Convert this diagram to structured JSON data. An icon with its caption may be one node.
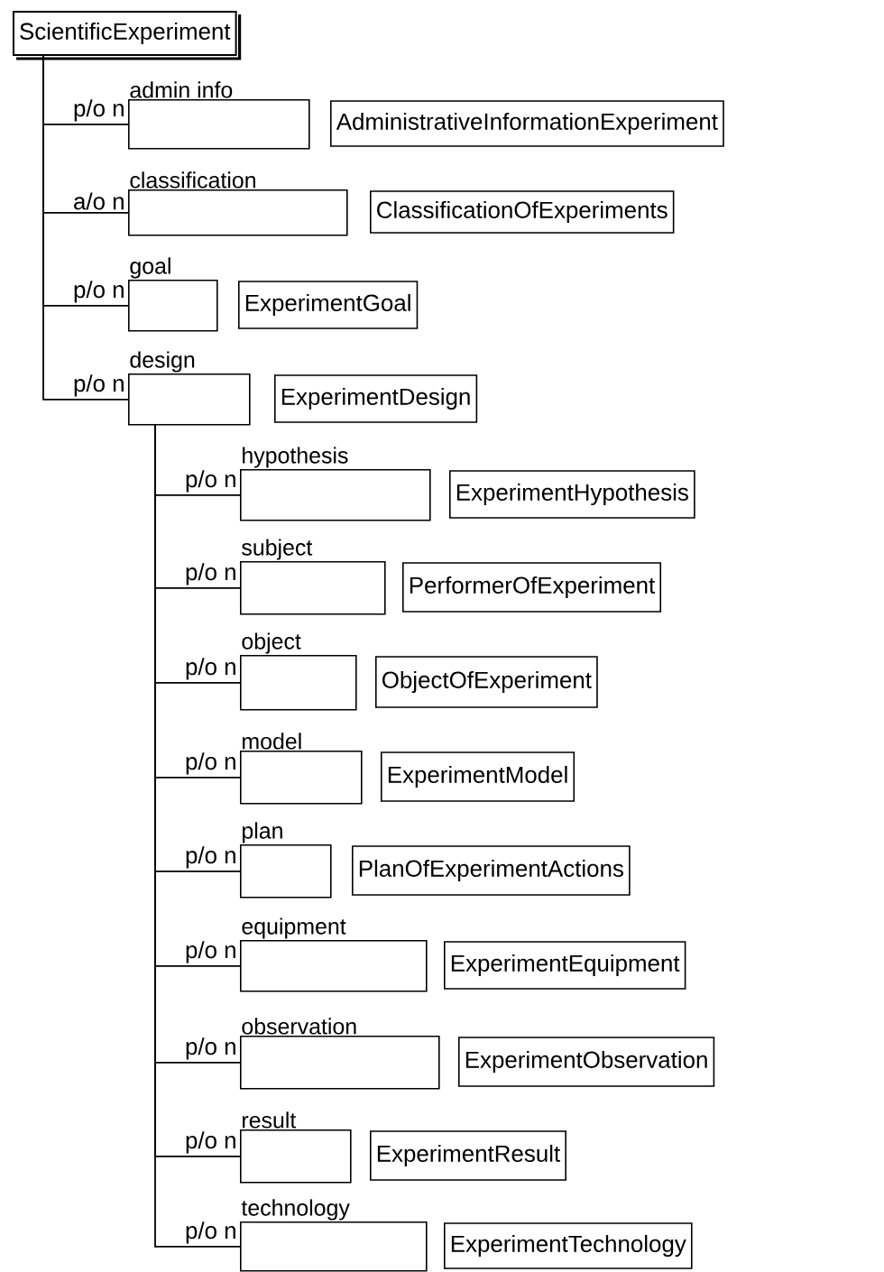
{
  "diagram": {
    "nodes": [
      {
        "text": [
          "ScientificExperiment"
        ]
      },
      {
        "text": [
          "admin info"
        ]
      },
      {
        "text": [
          "AdministrativeInformationExperiment"
        ]
      },
      {
        "text": [
          "classification"
        ]
      },
      {
        "text": [
          "ClassificationOfExperiments"
        ]
      },
      {
        "text": [
          "goal"
        ]
      },
      {
        "text": [
          "ExperimentGoal"
        ]
      },
      {
        "text": [
          "design"
        ]
      },
      {
        "text": [
          "ExperimentDesign"
        ]
      },
      {
        "text": [
          "hypothesis"
        ]
      },
      {
        "text": [
          "ExperimentHypothesis"
        ]
      },
      {
        "text": [
          "subject"
        ]
      },
      {
        "text": [
          "PerformerOfExperiment"
        ]
      },
      {
        "text": [
          "object"
        ]
      },
      {
        "text": [
          "ObjectOfExperiment"
        ]
      },
      {
        "text": [
          "model"
        ]
      },
      {
        "text": [
          "ExperimentModel"
        ]
      },
      {
        "text": [
          "plan"
        ]
      },
      {
        "text": [
          "PlanOfExperimentActions"
        ]
      },
      {
        "text": [
          "equipment"
        ]
      },
      {
        "text": [
          "ExperimentEquipment"
        ]
      },
      {
        "text": [
          "observation"
        ]
      },
      {
        "text": [
          "ExperimentObservation"
        ]
      },
      {
        "text": [
          "result"
        ]
      },
      {
        "text": [
          "ExperimentResult"
        ]
      },
      {
        "text": [
          "technology"
        ]
      },
      {
        "text": [
          "ExperimentTechnology"
        ]
      }
    ],
    "edges": [
      {
        "from": 0,
        "to": 1,
        "arrow": "none",
        "label": "p/o n"
      },
      {
        "from": 0,
        "to": 3,
        "arrow": "none",
        "label": "a/o n"
      },
      {
        "from": 0,
        "to": 5,
        "arrow": "none",
        "label": "p/o n"
      },
      {
        "from": 0,
        "to": 7,
        "arrow": "none",
        "label": "p/o n"
      },
      {
        "from": 7,
        "to": 9,
        "arrow": "none",
        "label": "p/o n"
      },
      {
        "from": 7,
        "to": 11,
        "arrow": "none",
        "label": "p/o n"
      },
      {
        "from": 7,
        "to": 13,
        "arrow": "none",
        "label": "p/o n"
      },
      {
        "from": 7,
        "to": 15,
        "arrow": "none",
        "label": "p/o n"
      },
      {
        "from": 7,
        "to": 17,
        "arrow": "none",
        "label": "p/o n"
      },
      {
        "from": 7,
        "to": 19,
        "arrow": "none",
        "label": "p/o n"
      },
      {
        "from": 7,
        "to": 21,
        "arrow": "none",
        "label": "p/o n"
      },
      {
        "from": 7,
        "to": 23,
        "arrow": "none",
        "label": "p/o n"
      },
      {
        "from": 7,
        "to": 25,
        "arrow": "none",
        "label": "p/o n"
      }
    ]
  }
}
